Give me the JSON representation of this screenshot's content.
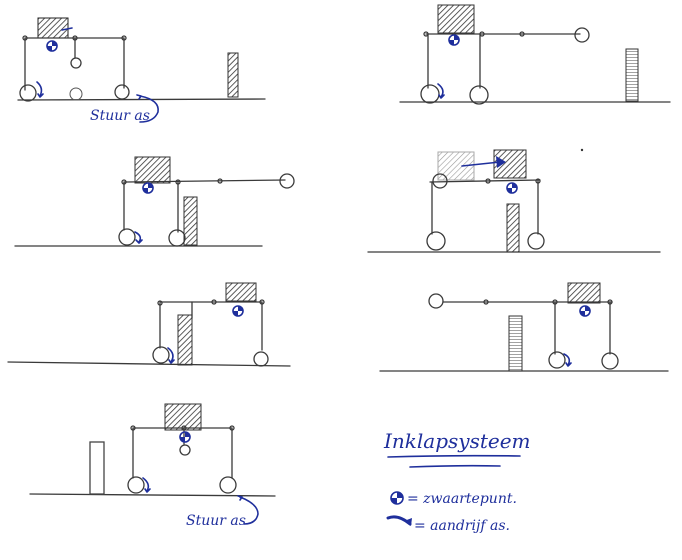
{
  "annotations": {
    "steer_axis_top": "Stuur as",
    "steer_axis_bottom": "Stuur as"
  },
  "legend": {
    "title": "Inklapsysteem",
    "cog_label": "= zwaartepunt.",
    "drive_label": "= aandrijf as."
  },
  "colors": {
    "ink": "#1f2f9c",
    "pencil": "#3a3a3a",
    "block_fill": "#5a5a5a",
    "block_fill_light": "#8a8a8a"
  },
  "icons": [
    "center-of-gravity-icon",
    "drive-axis-arrow-icon"
  ]
}
